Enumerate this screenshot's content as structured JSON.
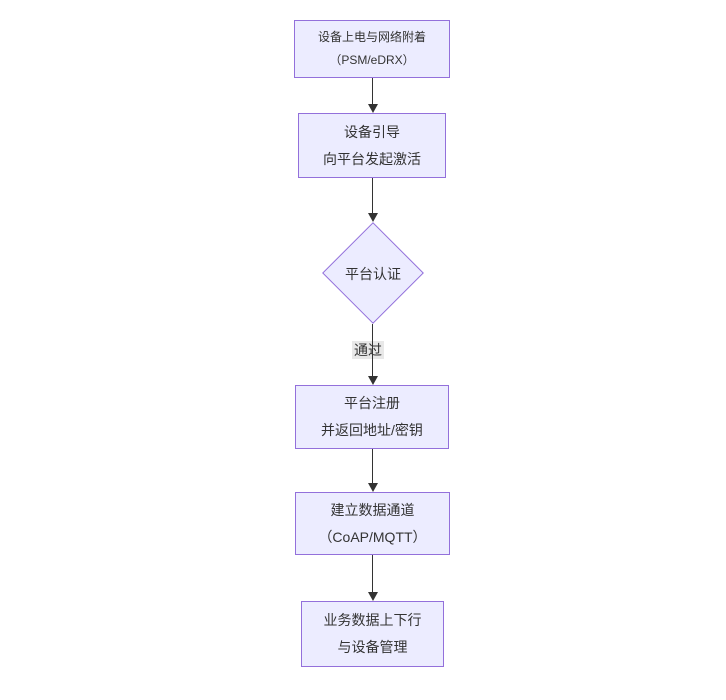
{
  "diagram": {
    "type": "flowchart",
    "direction": "top-down",
    "colors": {
      "background": "#ffffff",
      "node_fill": "#ECECFF",
      "node_border": "#9370DB",
      "line": "#333333",
      "text": "#333333",
      "edge_label_bg": "#e8e8e8"
    },
    "nodes": [
      {
        "id": "power-network-attach",
        "shape": "rect",
        "line1": "设备上电与网络附着",
        "line2": "（PSM/eDRX）"
      },
      {
        "id": "device-bootstrap",
        "shape": "rect",
        "line1": "设备引导",
        "line2": "向平台发起激活"
      },
      {
        "id": "platform-auth",
        "shape": "diamond",
        "line1": "平台认证"
      },
      {
        "id": "platform-register",
        "shape": "rect",
        "line1": "平台注册",
        "line2": "并返回地址/密钥"
      },
      {
        "id": "data-channel",
        "shape": "rect",
        "line1": "建立数据通道",
        "line2": "（CoAP/MQTT）"
      },
      {
        "id": "business-data",
        "shape": "rect",
        "line1": "业务数据上下行",
        "line2": "与设备管理"
      }
    ],
    "edges": [
      {
        "from": "power-network-attach",
        "to": "device-bootstrap",
        "label": ""
      },
      {
        "from": "device-bootstrap",
        "to": "platform-auth",
        "label": ""
      },
      {
        "from": "platform-auth",
        "to": "platform-register",
        "label": "通过"
      },
      {
        "from": "platform-register",
        "to": "data-channel",
        "label": ""
      },
      {
        "from": "data-channel",
        "to": "business-data",
        "label": ""
      }
    ]
  }
}
